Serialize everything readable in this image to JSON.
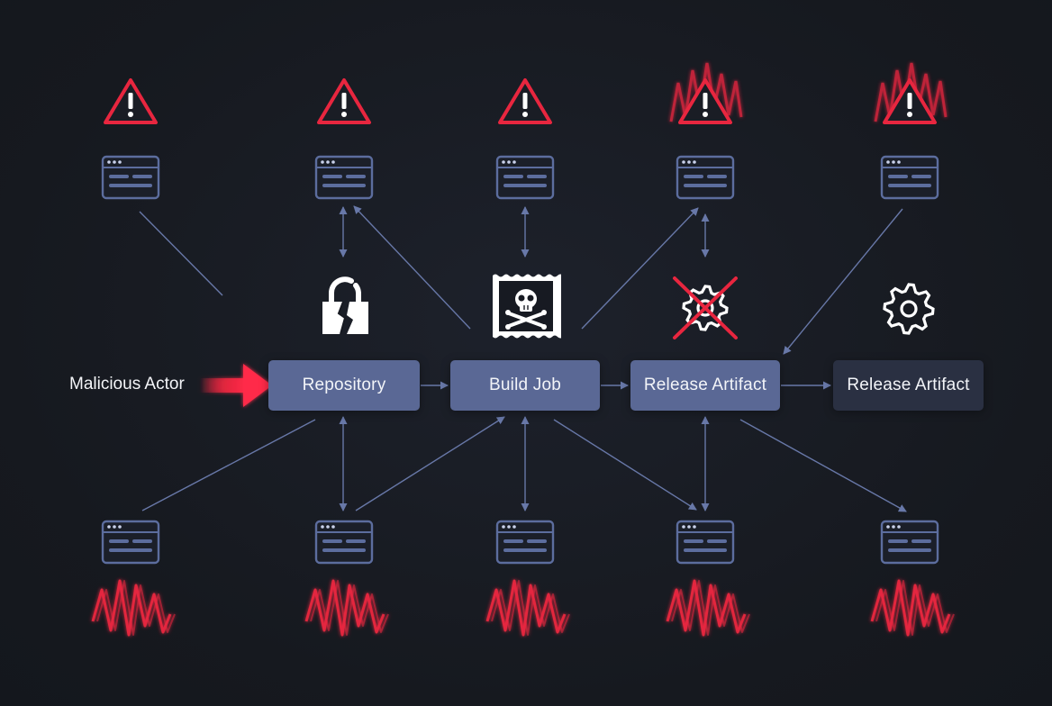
{
  "actor": {
    "label": "Malicious Actor"
  },
  "pipeline": [
    {
      "label": "Repository"
    },
    {
      "label": "Build Job"
    },
    {
      "label": "Release Artifact"
    },
    {
      "label": "Release Artifact"
    }
  ],
  "icons": {
    "status": [
      "broken-lock-icon",
      "skull-crossbones-stamp-icon",
      "crossed-out-gear-icon",
      "gear-icon"
    ],
    "top_row": [
      "warning-icon",
      "browser-window-icon"
    ],
    "bottom_row": [
      "browser-window-icon",
      "red-anomaly-waveform-icon"
    ]
  },
  "colors": {
    "background": "#171a22",
    "node": "#5a6895",
    "node_dark": "#2a3042",
    "connector": "#5b6b9a",
    "alert_red": "#e8263f",
    "window_stroke": "#5c6d9e"
  }
}
